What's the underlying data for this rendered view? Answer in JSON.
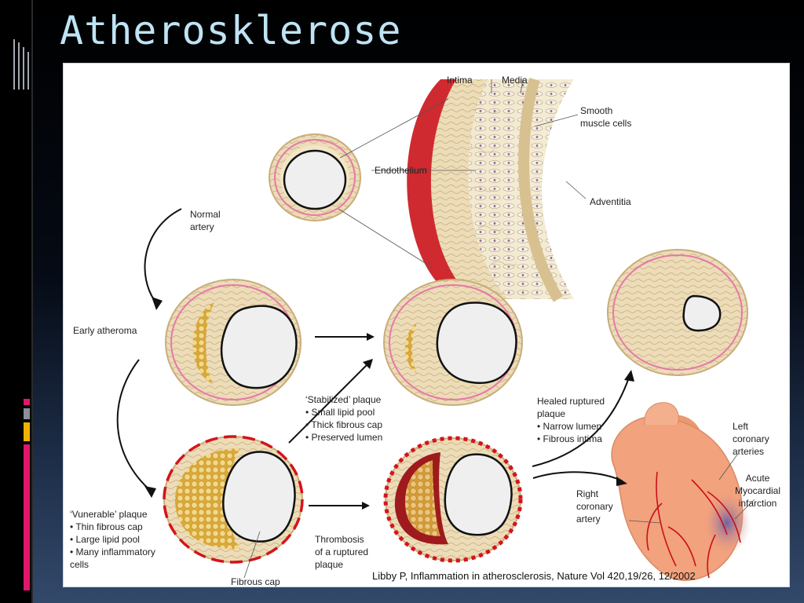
{
  "title": "Atherosklerose",
  "labels": {
    "intima": "Intima",
    "media": "Media",
    "smooth_muscle": [
      "Smooth",
      "muscle cells"
    ],
    "endothelium": "Endothelium",
    "adventitia": "Adventitia",
    "normal_artery": [
      "Normal",
      "artery"
    ],
    "early_atheroma": "Early atheroma",
    "stabilized": [
      "‘Stabilized’ plaque",
      "• Small lipid pool",
      "• Thick fibrous cap",
      "• Preserved lumen"
    ],
    "healed": [
      "Healed ruptured",
      "plaque",
      "• Narrow lumen",
      "• Fibrous intima"
    ],
    "vulnerable": [
      "‘Vunerable’ plaque",
      "• Thin fibrous cap",
      "• Large lipid pool",
      "• Many inflammatory",
      "   cells"
    ],
    "fibrous_cap": "Fibrous cap",
    "thrombosis": [
      "Thrombosis",
      "of a ruptured",
      "plaque"
    ],
    "right_coronary": [
      "Right",
      "coronary",
      "artery"
    ],
    "left_coronary": [
      "Left",
      "coronary",
      "arteries"
    ],
    "acute_mi": [
      "Acute",
      "Myocardial",
      "infarction"
    ]
  },
  "caption": "Libby P, Inflammation in atherosclerosis, Nature Vol 420,19/26, 12/2002",
  "colors": {
    "title": "#bfe3f4",
    "accent_pink": "#e0176a",
    "accent_gray": "#8a9099",
    "accent_yellow": "#f0b400",
    "intima_pink": "#e679a8",
    "wall": "#ecdcb8",
    "lipid": "#e9c96b",
    "rupture_red": "#d4141b",
    "heart": "#f2a27c"
  }
}
